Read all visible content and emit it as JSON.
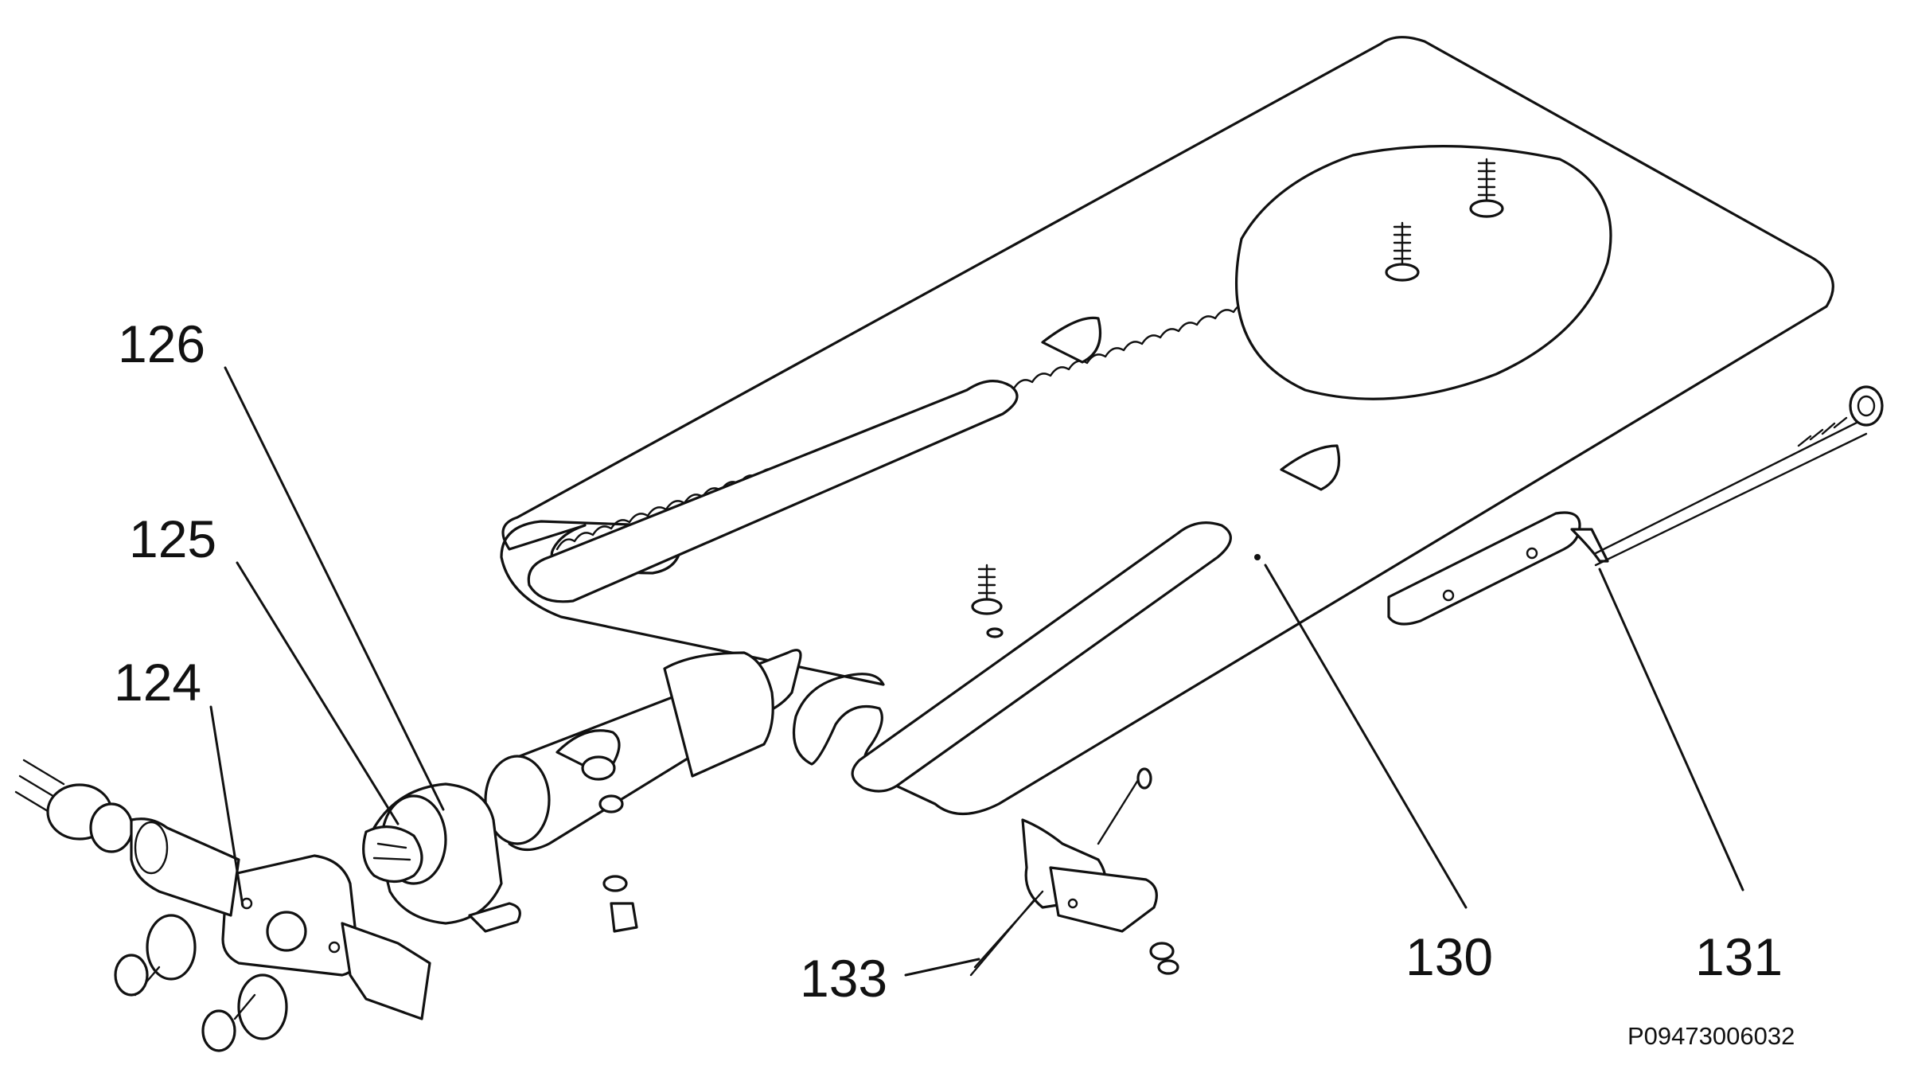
{
  "diagram": {
    "callouts": [
      {
        "id": "124",
        "label": "124"
      },
      {
        "id": "125",
        "label": "125"
      },
      {
        "id": "126",
        "label": "126"
      },
      {
        "id": "130",
        "label": "130"
      },
      {
        "id": "131",
        "label": "131"
      },
      {
        "id": "133",
        "label": "133"
      }
    ],
    "drawing_code": "P09473006032",
    "colors": {
      "ink": "#111111",
      "paper": "#ffffff"
    }
  }
}
